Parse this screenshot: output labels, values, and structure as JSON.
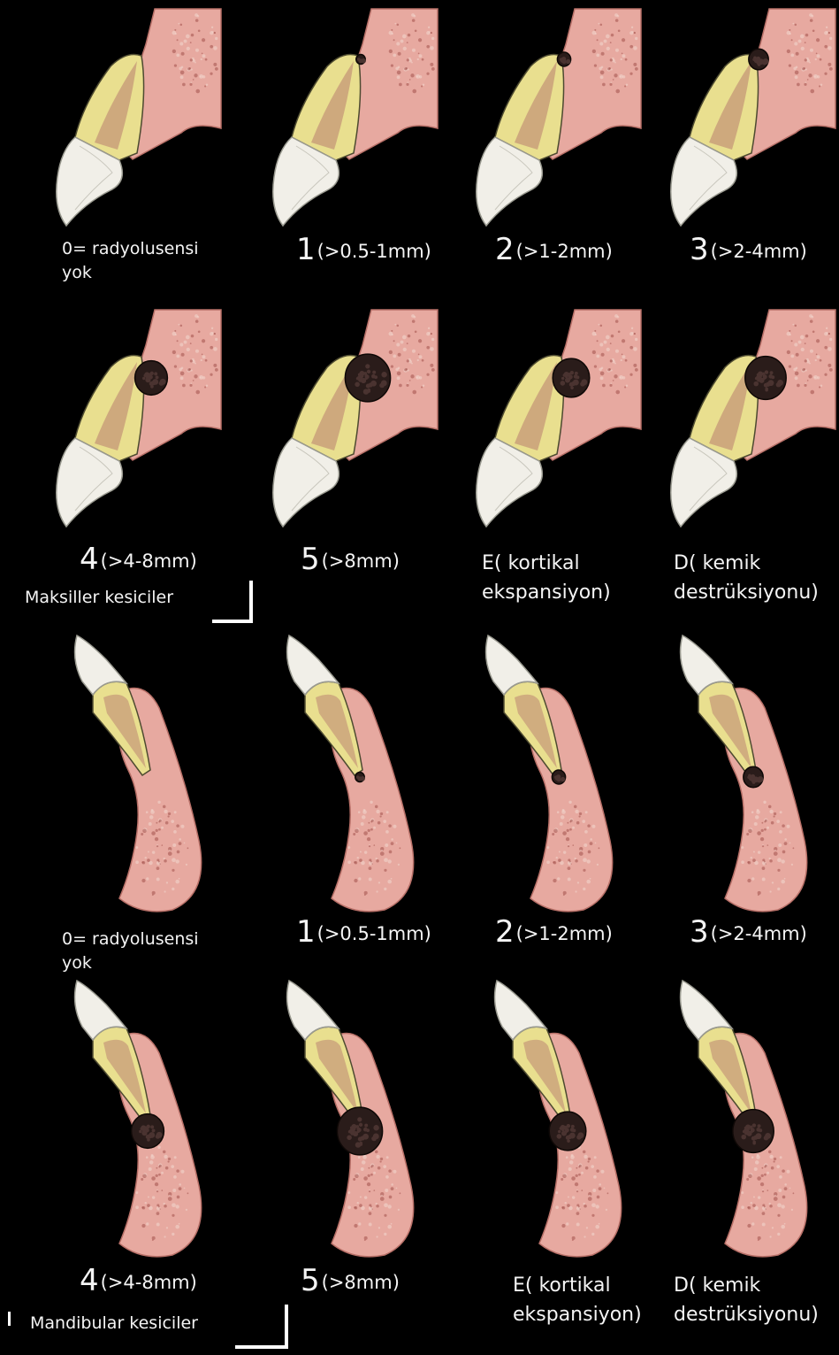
{
  "colors": {
    "background": "#000000",
    "bone": "#e7a9a0",
    "bone_dark": "#b87068",
    "root": "#e9df8f",
    "pulp": "#c9a07a",
    "crown": "#f1efe8",
    "lesion": "#2a1c1a",
    "label": "#f4f4f4"
  },
  "maxillary": {
    "caption": "Maksiller kesiciler",
    "grades": [
      {
        "id": "0",
        "text": "0= radyolusensi yok",
        "lesion": 0
      },
      {
        "id": "1",
        "num": "1",
        "range": "(>0.5-1mm)",
        "lesion": 0.5
      },
      {
        "id": "2",
        "num": "2",
        "range": "(>1-2mm)",
        "lesion": 1.5
      },
      {
        "id": "3",
        "num": "3",
        "range": "(>2-4mm)",
        "lesion": 3
      },
      {
        "id": "4",
        "num": "4",
        "range": "(>4-8mm)",
        "lesion": 6
      },
      {
        "id": "5",
        "num": "5",
        "range": "(>8mm)",
        "lesion": 9
      },
      {
        "id": "E",
        "text": "E( kortikal ekspansiyon)",
        "lesion": 7
      },
      {
        "id": "D",
        "text": "D( kemik destrüksiyonu)",
        "lesion": 8
      }
    ]
  },
  "mandibular": {
    "caption": "Mandibular kesiciler",
    "grades": [
      {
        "id": "0",
        "text": "0= radyolusensi yok",
        "lesion": 0
      },
      {
        "id": "1",
        "num": "1",
        "range": "(>0.5-1mm)",
        "lesion": 0.5
      },
      {
        "id": "2",
        "num": "2",
        "range": "(>1-2mm)",
        "lesion": 1.5
      },
      {
        "id": "3",
        "num": "3",
        "range": "(>2-4mm)",
        "lesion": 3
      },
      {
        "id": "4",
        "num": "4",
        "range": "(>4-8mm)",
        "lesion": 6
      },
      {
        "id": "5",
        "num": "5",
        "range": "(>8mm)",
        "lesion": 9
      },
      {
        "id": "E",
        "text": "E( kortikal ekspansiyon)",
        "lesion": 7
      },
      {
        "id": "D",
        "text": "D( kemik destrüksiyonu)",
        "lesion": 8
      }
    ]
  }
}
